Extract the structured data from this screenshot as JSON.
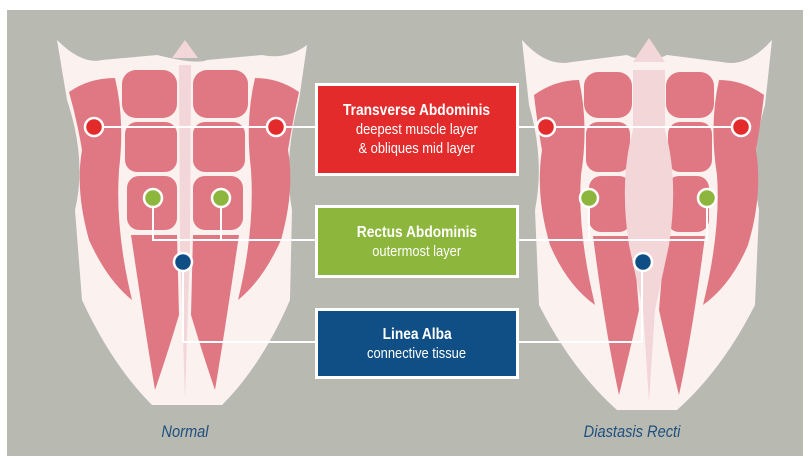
{
  "boxes": {
    "transverse": {
      "title": "Transverse Abdominis",
      "line1": "deepest muscle layer",
      "line2": "& obliques mid layer",
      "color": "#e32b2b"
    },
    "rectus": {
      "title": "Rectus Abdominis",
      "line1": "outermost layer",
      "color": "#8db73c"
    },
    "linea": {
      "title": "Linea Alba",
      "line1": "connective tissue",
      "color": "#0f4f86"
    }
  },
  "captions": {
    "normal": "Normal",
    "diastasis": "Diastasis Recti"
  },
  "colors": {
    "background": "#b8b9b1",
    "muscle": "#e07883",
    "tissue": "#f3d6d8",
    "outline": "#fbf2f0",
    "caption": "#1e4f7e"
  }
}
